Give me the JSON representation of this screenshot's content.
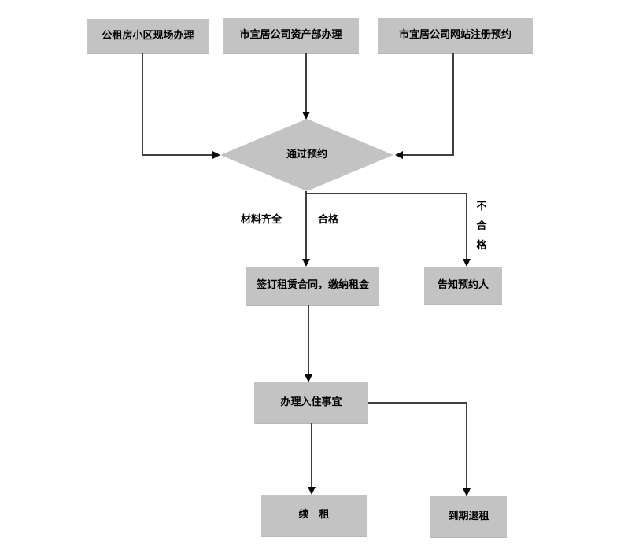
{
  "diagram": {
    "type": "flowchart",
    "background": "#ffffff",
    "node_fill": "#c3c3c3",
    "line_color": "#3f3f3f",
    "arrow_color": "#000000",
    "text_color": "#000000",
    "nodes": {
      "onsite": "公租房小区现场办理",
      "asset_dept": "市宜居公司资产部办理",
      "website": "市宜居公司网站注册预约",
      "decision": "通过预约",
      "sign_contract": "签订租赁合同，缴纳租金",
      "notify": "告知预约人",
      "checkin": "办理入住事宜",
      "renew": "续　租",
      "terminate": "到期退租"
    },
    "edge_labels": {
      "materials_complete": "材料齐全",
      "qualified": "合格",
      "not_qualified": "不合格"
    },
    "edges": [
      {
        "from": "onsite",
        "to": "decision",
        "label": ""
      },
      {
        "from": "asset_dept",
        "to": "decision",
        "label": ""
      },
      {
        "from": "website",
        "to": "decision",
        "label": ""
      },
      {
        "from": "decision",
        "to": "sign_contract",
        "label": "材料齐全 / 合格"
      },
      {
        "from": "decision",
        "to": "notify",
        "label": "不合格"
      },
      {
        "from": "sign_contract",
        "to": "checkin",
        "label": ""
      },
      {
        "from": "checkin",
        "to": "renew",
        "label": ""
      },
      {
        "from": "checkin",
        "to": "terminate",
        "label": ""
      }
    ]
  }
}
